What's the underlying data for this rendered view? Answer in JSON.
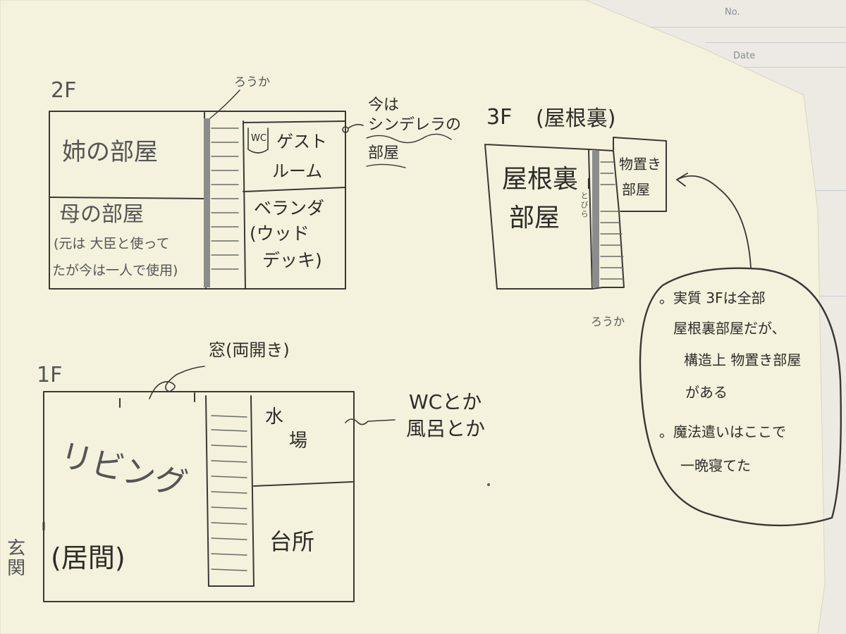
{
  "notebook": {
    "no_label": "No.",
    "date_label": "Date"
  },
  "floor2": {
    "heading": "2F",
    "stairs_label": "ろうか",
    "sister_room": "姉の部屋",
    "mother_room": "母の部屋",
    "mother_note_line1": "(元は 大臣と使って",
    "mother_note_line2": "たが今は一人で使用)",
    "wc_mark": "WC",
    "guest_room_line1": "ゲスト",
    "guest_room_line2": "ルーム",
    "veranda_line1": "ベランダ",
    "veranda_line2": "(ウッド",
    "veranda_line3": "デッキ)",
    "callout_line1": "今は",
    "callout_line2": "シンデレラの",
    "callout_line3": "部屋"
  },
  "floor3": {
    "heading": "3F",
    "heading_note": "(屋根裏)",
    "attic_line1": "屋根裏",
    "attic_line2": "部屋",
    "door_mark": "I",
    "door_label": "とびら",
    "storage_line1": "物置き",
    "storage_line2": "部屋",
    "stairs_label": "ろうか"
  },
  "note_bubble": {
    "line1": "。実質 3Fは全部",
    "line2": "屋根裏部屋だが、",
    "line3": "構造上 物置き部屋",
    "line4": "がある",
    "line5": "。魔法遣いはここで",
    "line6": "一晩寝てた"
  },
  "floor1": {
    "heading": "1F",
    "window_label": "窓(両開き)",
    "living_line1": "リビング",
    "living_line2": "(居間)",
    "entrance": "玄関",
    "water_line1": "水",
    "water_line2": "場",
    "water_note_line1": "WCとか",
    "water_note_line2": "風呂とか",
    "kitchen": "台所"
  },
  "colors": {
    "ink": "#2e2c28",
    "paper": "#f4f2dc",
    "pencil": "#5c5c5c"
  }
}
